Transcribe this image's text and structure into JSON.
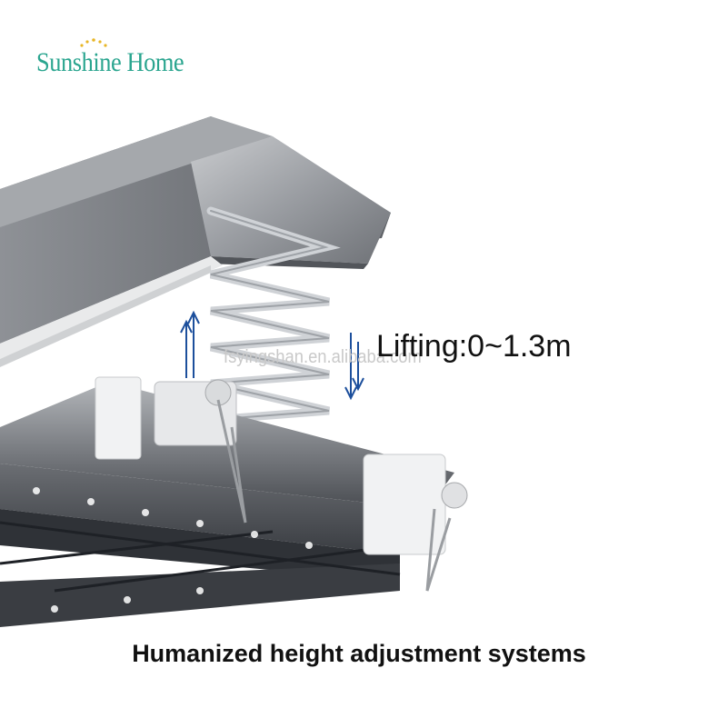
{
  "brand": {
    "name": "Sunshine Home",
    "color": "#2aa58f"
  },
  "watermark": "fsyingshan.en.alibaba.com",
  "lifting": {
    "label": "Lifting:0~1.3m"
  },
  "caption": "Humanized height adjustment systems",
  "icons": [
    "up-arrow-icon",
    "down-arrow-icon",
    "sparkle-icon"
  ]
}
